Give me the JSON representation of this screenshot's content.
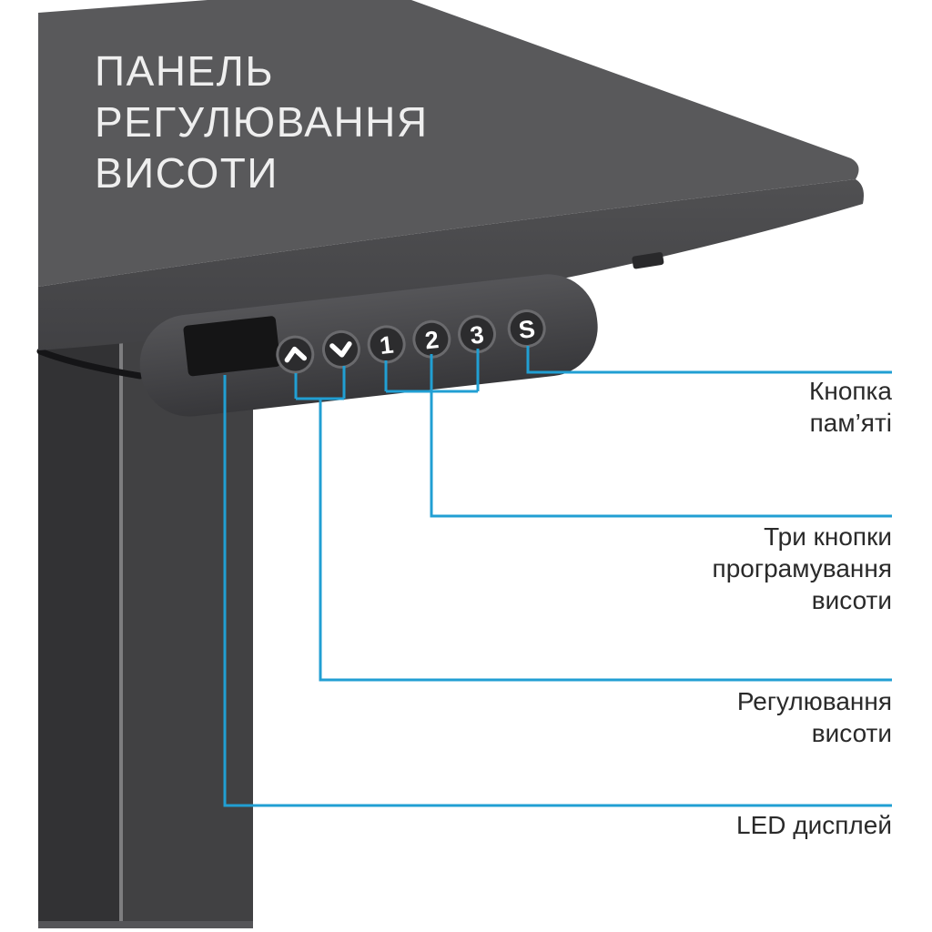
{
  "title": {
    "text": "ПАНЕЛЬ\nРЕГУЛЮВАННЯ\nВИСОТИ"
  },
  "control_panel": {
    "buttons": [
      {
        "id": "up",
        "icon": "chevron-up-icon"
      },
      {
        "id": "down",
        "icon": "chevron-down-icon"
      },
      {
        "id": "preset-1",
        "label": "1"
      },
      {
        "id": "preset-2",
        "label": "2"
      },
      {
        "id": "preset-3",
        "label": "3"
      },
      {
        "id": "memory",
        "label": "S"
      }
    ]
  },
  "callouts": [
    {
      "id": "memory-button",
      "label": "Кнопка\nпам’яті"
    },
    {
      "id": "preset-buttons",
      "label": "Три кнопки\nпрограмування\nвисоти"
    },
    {
      "id": "height-adjust",
      "label": "Регулювання\nвисоти"
    },
    {
      "id": "led-display",
      "label": "LED дисплей"
    }
  ],
  "colors": {
    "accent": "#219fd3",
    "background": "#ffffff",
    "desk_top": "#59595b",
    "desk_edge": "#4a4a4c",
    "panel": "#47474a",
    "button_face": "#2c2c2e",
    "display": "#151516",
    "leg": "#3c3c3e",
    "title_text": "#efefef",
    "label_text": "#2a2a2a"
  }
}
